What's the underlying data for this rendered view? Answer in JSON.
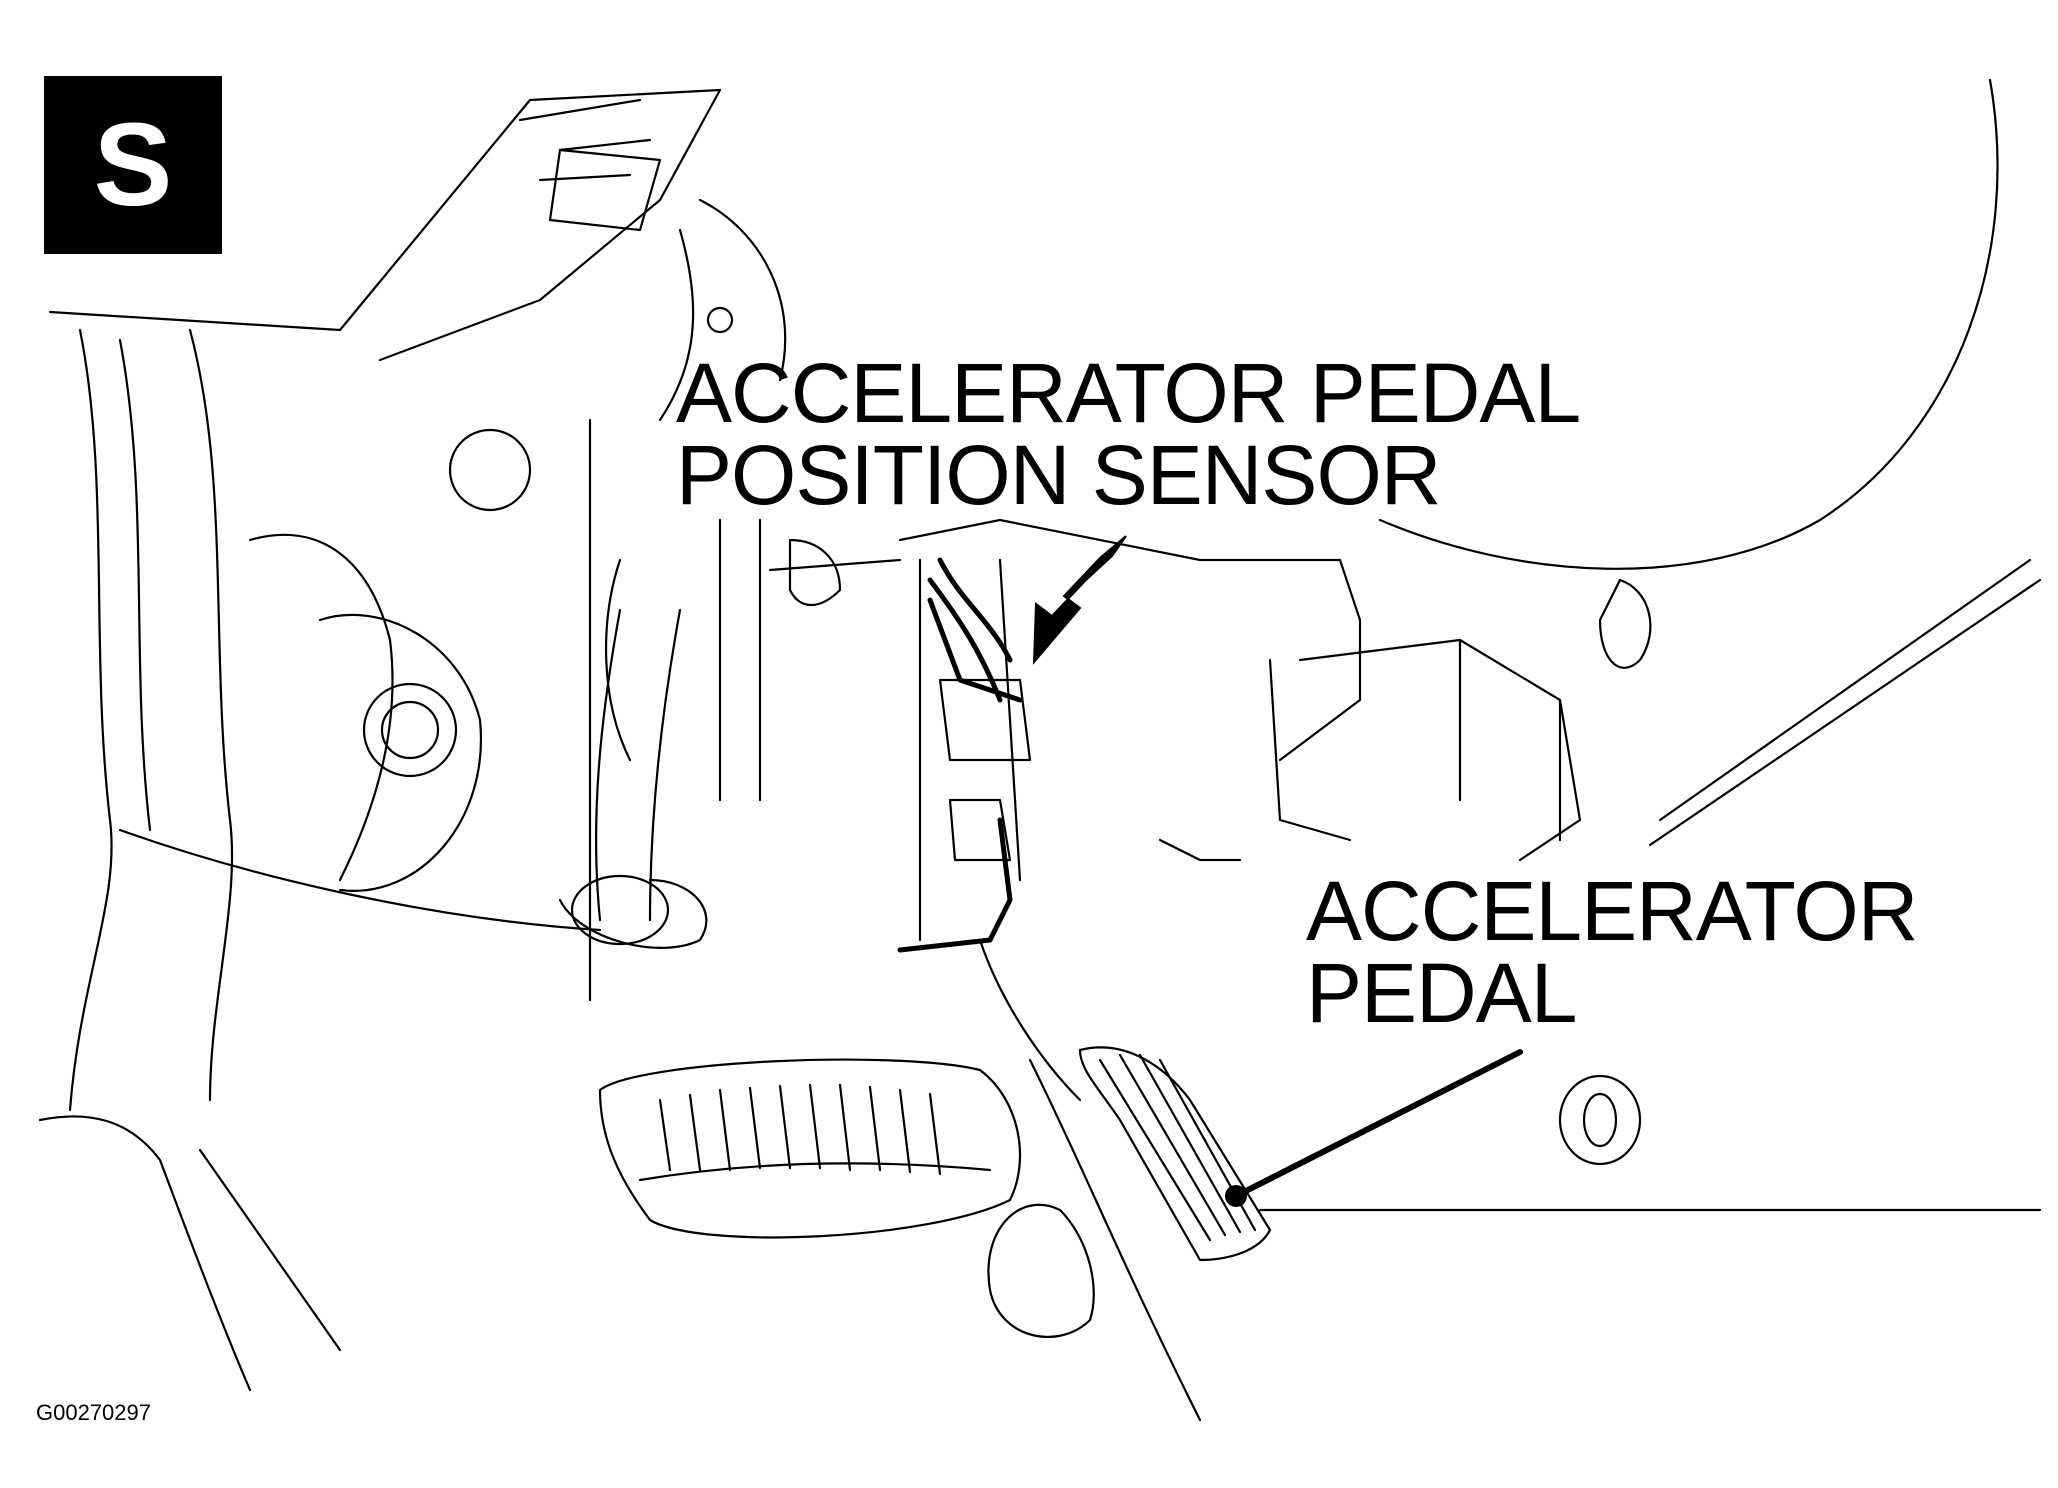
{
  "badge": {
    "letter": "S"
  },
  "callouts": {
    "sensor": {
      "line1": "ACCELERATOR PEDAL",
      "line2": "POSITION SENSOR"
    },
    "pedal": {
      "line1": "ACCELERATOR",
      "line2": "PEDAL"
    }
  },
  "figure_id": "G00270297",
  "colors": {
    "ink": "#000000",
    "paper": "#ffffff"
  }
}
